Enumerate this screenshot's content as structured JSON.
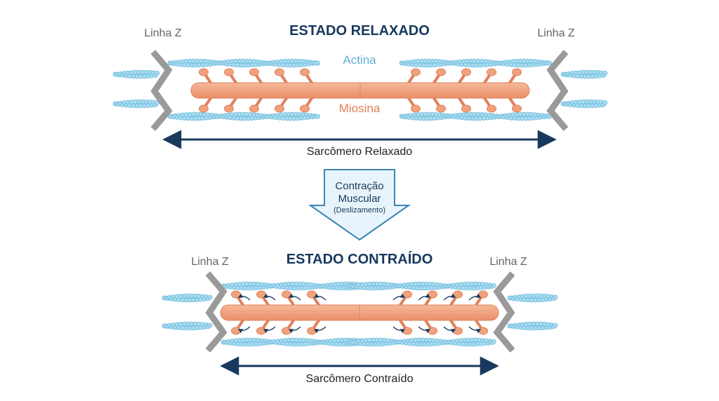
{
  "relaxed": {
    "title": "ESTADO RELAXADO",
    "zline_left": "Linha Z",
    "zline_right": "Linha Z",
    "actin_label": "Actina",
    "myosin_label": "Miosina",
    "sarcomere_label": "Sarcômero Relaxado"
  },
  "transition": {
    "line1": "Contração",
    "line2": "Muscular",
    "line3": "(Deslizamento)"
  },
  "contracted": {
    "title": "ESTADO CONTRAÍDO",
    "zline_left": "Linha Z",
    "zline_right": "Linha Z",
    "sarcomere_label": "Sarcômero Contraído"
  },
  "colors": {
    "title": "#17395c",
    "zlabel": "#666666",
    "actin": "#5fb0d4",
    "actin_bead": "#a9dcf0",
    "actin_bead_stroke": "#6cb9dc",
    "myosin": "#f0a27f",
    "myosin_stroke": "#e0815a",
    "zdisc": "#9a9a9a",
    "arrow": "#17395c",
    "transition_fill": "#e8f4fb",
    "transition_stroke": "#3a86b4"
  }
}
